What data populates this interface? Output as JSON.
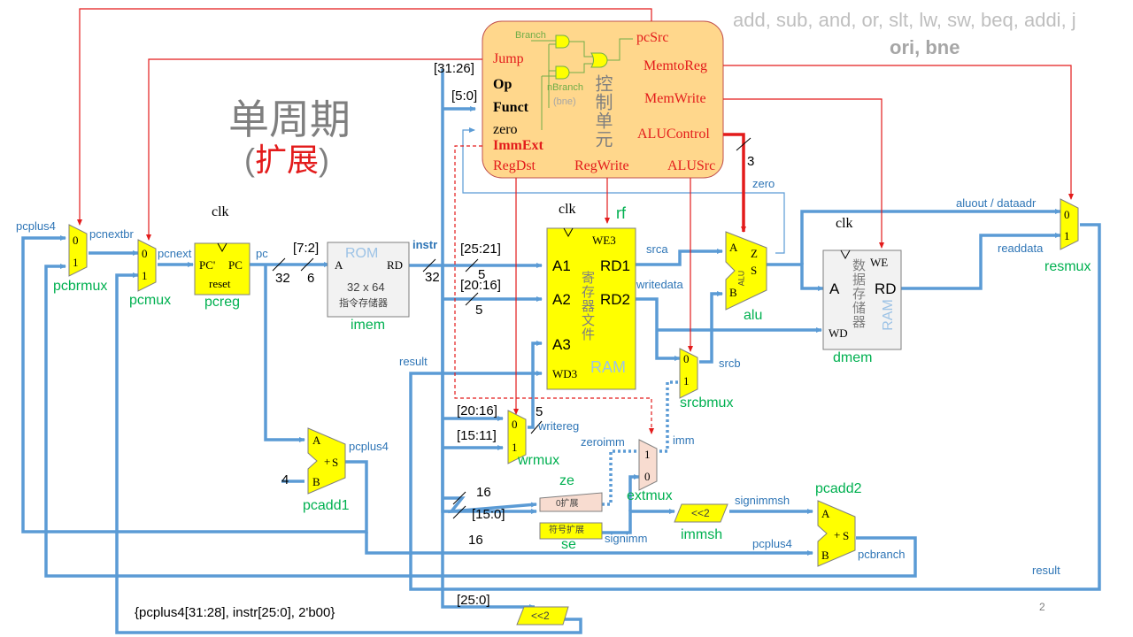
{
  "header": {
    "instructions_line1": "add, sub, and, or, slt, lw, sw, beq, addi, j",
    "instructions_line2": "ori, bne",
    "title": "单周期",
    "subtitle_open": "(",
    "subtitle_red": "扩展",
    "subtitle_close": ")"
  },
  "control": {
    "title": "控制单元",
    "inputs": {
      "jump": "Jump",
      "op": "Op",
      "funct": "Funct",
      "zero": "zero",
      "immext": "ImmExt",
      "regdst": "RegDst",
      "regwrite": "RegWrite",
      "alusrc": "ALUSrc"
    },
    "outputs": {
      "pcsrc": "pcSrc",
      "memtoreg": "MemtoReg",
      "memwrite": "MemWrite",
      "alucontrol": "ALUControl"
    },
    "gates": {
      "branch": "Branch",
      "nbranch": "nBranch",
      "bne": "(bne)"
    },
    "alucontrol_width": "3",
    "field_op": "[31:26]",
    "field_funct": "[5:0]"
  },
  "pcbrmux": {
    "name": "pcbrmux",
    "in0": "0",
    "in1": "1",
    "signal": "pcplus4",
    "out": "pcnextbr"
  },
  "pcmux": {
    "name": "pcmux",
    "in0": "0",
    "in1": "1",
    "out": "pcnext"
  },
  "pcreg": {
    "name": "pcreg",
    "clk": "clk",
    "pc_in": "PC'",
    "pc_out": "PC",
    "reset": "reset",
    "out": "pc"
  },
  "imem": {
    "name": "imem",
    "rom": "ROM",
    "a": "A",
    "rd": "RD",
    "size": "32 x 64",
    "desc": "指令存储器",
    "addr_bits": "[7:2]",
    "w32": "32",
    "w6": "6",
    "instr": "instr",
    "instr_w": "32"
  },
  "rf": {
    "name": "rf",
    "clk": "clk",
    "we3": "WE3",
    "a1": "A1",
    "a2": "A2",
    "a3": "A3",
    "wd3": "WD3",
    "rd1": "RD1",
    "rd2": "RD2",
    "ram": "RAM",
    "desc": "寄存器文件",
    "f_rs": "[25:21]",
    "f_rt": "[20:16]",
    "w5a": "5",
    "w5b": "5",
    "w5c": "5",
    "srca": "srca",
    "writedata": "writedata"
  },
  "alu": {
    "name": "alu",
    "a": "A",
    "b": "B",
    "z": "Z",
    "s": "S",
    "inner": "ALU",
    "zero": "zero",
    "aluout": "aluout / dataadr"
  },
  "dmem": {
    "name": "dmem",
    "clk": "clk",
    "we": "WE",
    "a": "A",
    "rd": "RD",
    "wd": "WD",
    "ram": "RAM",
    "desc": "数据存储器",
    "readdata": "readdata"
  },
  "resmux": {
    "name": "resmux",
    "in0": "0",
    "in1": "1",
    "result": "result"
  },
  "srcbmux": {
    "name": "srcbmux",
    "in0": "0",
    "in1": "1",
    "out": "srcb"
  },
  "wrmux": {
    "name": "wrmux",
    "in0": "0",
    "in1": "1",
    "f_rt": "[20:16]",
    "f_rd": "[15:11]",
    "out": "writereg",
    "w5": "5"
  },
  "extmux": {
    "name": "extmux",
    "in0": "0",
    "in1": "1",
    "zeroimm": "zeroimm",
    "imm": "imm"
  },
  "ze": {
    "name": "ze",
    "desc": "0扩展",
    "w16": "16"
  },
  "se": {
    "name": "se",
    "desc": "符号扩展",
    "field": "[15:0]",
    "w16": "16",
    "signimm": "signimm"
  },
  "immsh": {
    "name": "immsh",
    "op": "<<2",
    "out": "signimmsh"
  },
  "pcadd1": {
    "name": "pcadd1",
    "a": "A",
    "b": "B",
    "s": "S",
    "plus": "+",
    "const4": "4",
    "out": "pcplus4"
  },
  "pcadd2": {
    "name": "pcadd2",
    "a": "A",
    "b": "B",
    "s": "S",
    "plus": "+",
    "pcplus4": "pcplus4",
    "out": "pcbranch"
  },
  "jump": {
    "field": "[25:0]",
    "op": "<<2",
    "concat": "{pcplus4[31:28], instr[25:0], 2'b00}"
  },
  "misc": {
    "result_left": "result",
    "result_right": "result",
    "page_number": "2"
  },
  "colors": {
    "wire": "#5b9bd5",
    "control": "#e31b1b",
    "block": "#ffff00",
    "control_unit": "#ffd78c",
    "label_green": "#00b050",
    "label_blue": "#2e75b6"
  }
}
